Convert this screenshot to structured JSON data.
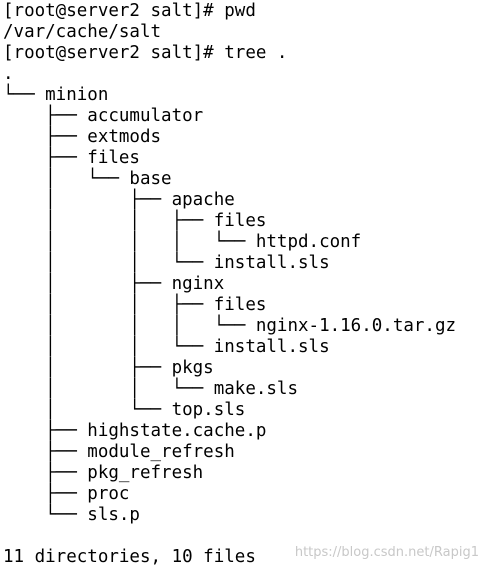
{
  "terminal": {
    "lines": [
      "[root@server2 salt]# pwd",
      "/var/cache/salt",
      "[root@server2 salt]# tree .",
      ".",
      "└── minion",
      "    ├── accumulator",
      "    ├── extmods",
      "    ├── files",
      "    │   └── base",
      "    │       ├── apache",
      "    │       │   ├── files",
      "    │       │   │   └── httpd.conf",
      "    │       │   └── install.sls",
      "    │       ├── nginx",
      "    │       │   ├── files",
      "    │       │   │   └── nginx-1.16.0.tar.gz",
      "    │       │   └── install.sls",
      "    │       ├── pkgs",
      "    │       │   └── make.sls",
      "    │       └── top.sls",
      "    ├── highstate.cache.p",
      "    ├── module_refresh",
      "    ├── pkg_refresh",
      "    ├── proc",
      "    └── sls.p",
      "",
      "11 directories, 10 files"
    ]
  },
  "watermark": "https://blog.csdn.net/Rapig1"
}
